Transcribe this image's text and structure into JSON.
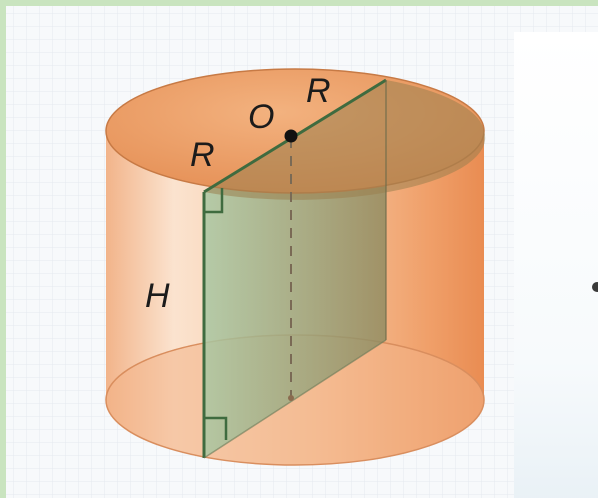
{
  "labels": {
    "radius_left": "R",
    "radius_right": "R",
    "center": "O",
    "height": "H"
  },
  "colors": {
    "frame_green": "#c9e4bf",
    "grid_line": "#e4e9ef",
    "cylinder_body": "#f0a974",
    "cylinder_top": "#eb9a5c",
    "section_plane": "#8f9a78",
    "edge_green": "#3f6b3f",
    "dashed_axis": "#7a6a55"
  },
  "icons": {
    "right_angle_top": "right-angle-mark",
    "right_angle_bottom": "right-angle-mark"
  }
}
